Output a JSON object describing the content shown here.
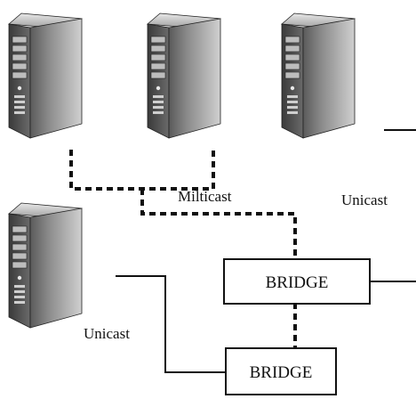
{
  "nodes": {
    "servers": [
      {
        "icon": "server-tower-icon",
        "role": "host"
      },
      {
        "icon": "server-tower-icon",
        "role": "host"
      },
      {
        "icon": "server-tower-icon",
        "role": "host"
      },
      {
        "icon": "server-tower-icon",
        "role": "host"
      }
    ],
    "bridges": [
      {
        "label": "BRIDGE"
      },
      {
        "label": "BRIDGE"
      }
    ]
  },
  "edges": {
    "multicast_label": "Milticast",
    "unicast_right_label": "Unicast",
    "unicast_left_label": "Unicast"
  },
  "colors": {
    "line": "#111111",
    "background": "#ffffff"
  }
}
